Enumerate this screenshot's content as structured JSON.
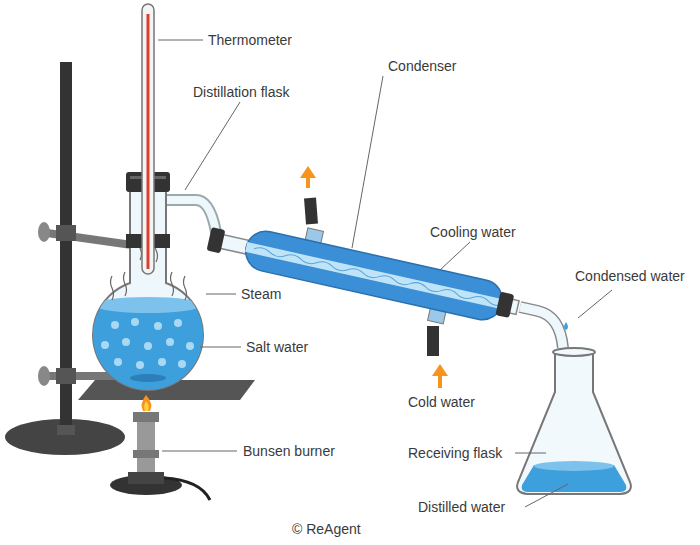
{
  "diagram": {
    "labels": [
      "Thermometer",
      "Distillation flask",
      "Condenser",
      "Cooling water",
      "Condensed water",
      "Steam",
      "Salt water",
      "Bunsen burner",
      "Cold water",
      "Receiving flask",
      "Distilled water",
      "© ReAgent"
    ]
  }
}
